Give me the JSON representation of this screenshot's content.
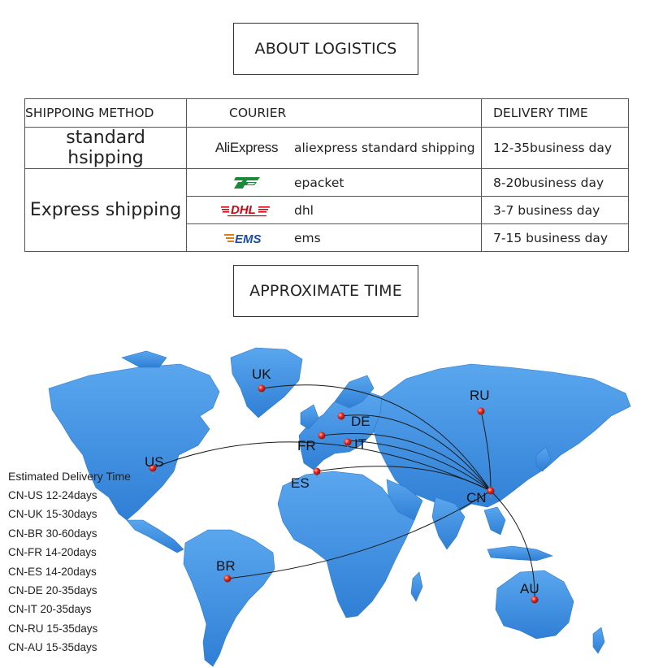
{
  "headings": {
    "about": "ABOUT LOGISTICS",
    "approx": "APPROXIMATE TIME"
  },
  "table": {
    "headers": [
      "SHIPPOING METHOD",
      "COURIER",
      "DELIVERY TIME"
    ],
    "methods": {
      "standard": "standard hsipping",
      "express": "Express shipping"
    },
    "rows": [
      {
        "logo": "aliexpress-logo",
        "logo_text": "AliExpress",
        "courier": "aliexpress standard shipping",
        "time": "12-35business day"
      },
      {
        "logo": "epacket-logo",
        "courier": "epacket",
        "time": "8-20business day"
      },
      {
        "logo": "dhl-logo",
        "logo_text": "DHL",
        "courier": "dhl",
        "time": "3-7 business day"
      },
      {
        "logo": "ems-logo",
        "logo_text": "EMS",
        "courier": "ems",
        "time": "7-15 business day"
      }
    ]
  },
  "map": {
    "countries": [
      "UK",
      "RU",
      "DE",
      "FR",
      "IT",
      "US",
      "ES",
      "CN",
      "BR",
      "AU"
    ],
    "land_color": "#3d8ee0",
    "pin_color": "#d8201c"
  },
  "delivery": {
    "title": "Estimated Delivery Time",
    "lines": [
      "CN-US 12-24days",
      "CN-UK 15-30days",
      "CN-BR 30-60days",
      "CN-FR 14-20days",
      "CN-ES 14-20days",
      "CN-DE 20-35days",
      "CN-IT 20-35days",
      "CN-RU 15-35days",
      "CN-AU 15-35days"
    ]
  }
}
